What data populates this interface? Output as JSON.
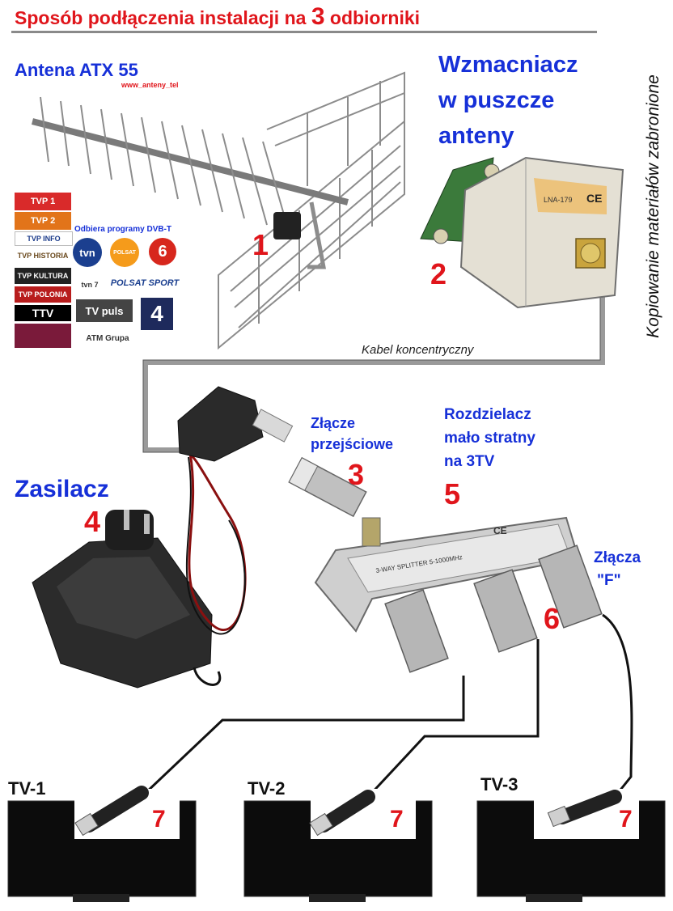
{
  "title": {
    "prefix": "Sposób podłączenia instalacji na ",
    "number": "3",
    "suffix": " odbiorniki"
  },
  "watermark": "Kopiowanie materiałów zabronione",
  "antenna": {
    "label": "Antena ATX 55",
    "url": "www_anteny_tel",
    "number": "1",
    "dvbt": "Odbiera programy DVB-T"
  },
  "channels": [
    "TVP 1",
    "TVP 2",
    "TVP INFO",
    "TVP HISTORIA",
    "TVP KULTURA",
    "TVP POLONIA",
    "TTV",
    "tvn",
    "POLSAT",
    "6",
    "tvn 7",
    "POLSAT SPORT",
    "TV puls",
    "4",
    "ATM Grupa"
  ],
  "amplifier": {
    "line1": "Wzmacniacz",
    "line2": "w puszcze",
    "line3": "anteny",
    "number": "2"
  },
  "cable": "Kabel koncentryczny",
  "adapter": {
    "line1": "Złącze",
    "line2": "przejściowe",
    "number": "3"
  },
  "psu": {
    "label": "Zasilacz",
    "number": "4"
  },
  "splitter": {
    "line1": "Rozdzielacz",
    "line2": "mało stratny",
    "line3": "na 3TV",
    "number": "5"
  },
  "connectors": {
    "line1": "Złącza",
    "line2": "\"F\"",
    "number": "6"
  },
  "tvs": [
    {
      "label": "TV-1",
      "number": "7"
    },
    {
      "label": "TV-2",
      "number": "7"
    },
    {
      "label": "TV-3",
      "number": "7"
    }
  ]
}
